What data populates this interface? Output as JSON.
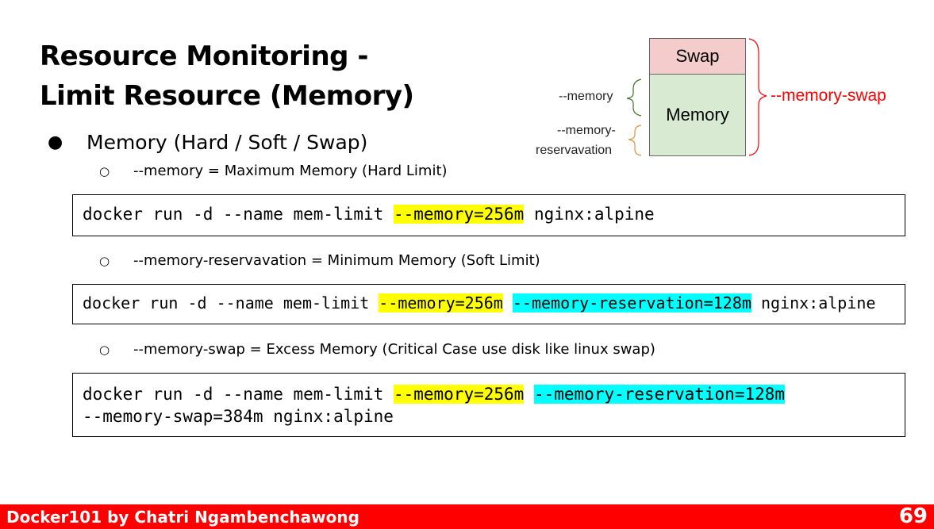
{
  "title": {
    "line1": "Resource Monitoring -",
    "line2": "Limit Resource (Memory)"
  },
  "bullet": {
    "symbol": "●",
    "text": "Memory (Hard / Soft / Swap)"
  },
  "subs": [
    {
      "symbol": "○",
      "text": "--memory = Maximum Memory (Hard Limit)"
    },
    {
      "symbol": "○",
      "text": "--memory-reservavation = Minimum Memory (Soft Limit)"
    },
    {
      "symbol": "○",
      "text": "--memory-swap = Excess Memory (Critical Case use disk like linux swap)"
    }
  ],
  "code1": {
    "prefix": "docker run -d --name mem-limit ",
    "hl_memory": "--memory=256m",
    "suffix": " nginx:alpine"
  },
  "code2": {
    "prefix": "docker run -d --name mem-limit ",
    "hl_memory": "--memory=256m",
    "hl_reservation": "--memory-reservation=128m",
    "suffix": " nginx:alpine"
  },
  "code3": {
    "prefix": "docker run -d --name mem-limit ",
    "hl_memory": "--memory=256m",
    "hl_reservation": "--memory-reservation=128m",
    "line2": "--memory-swap=384m nginx:alpine"
  },
  "diagram": {
    "swap_label": "Swap",
    "memory_label": "Memory",
    "memory_flag": "--memory",
    "reservation_flag_line1": "--memory-",
    "reservation_flag_line2": "reservavation",
    "swap_flag": "--memory-swap"
  },
  "colors": {
    "highlight_yellow": "#ffff00",
    "highlight_cyan": "#00ffff",
    "swap_fill": "#f4cccc",
    "memory_fill": "#d9ead3",
    "footer_red": "#ff0000",
    "memory_brace": "#38761d",
    "reservation_brace": "#e69138",
    "swap_brace": "#ff0000"
  },
  "footer": {
    "credit": "Docker101 by Chatri Ngambenchawong",
    "page_number": "69"
  }
}
